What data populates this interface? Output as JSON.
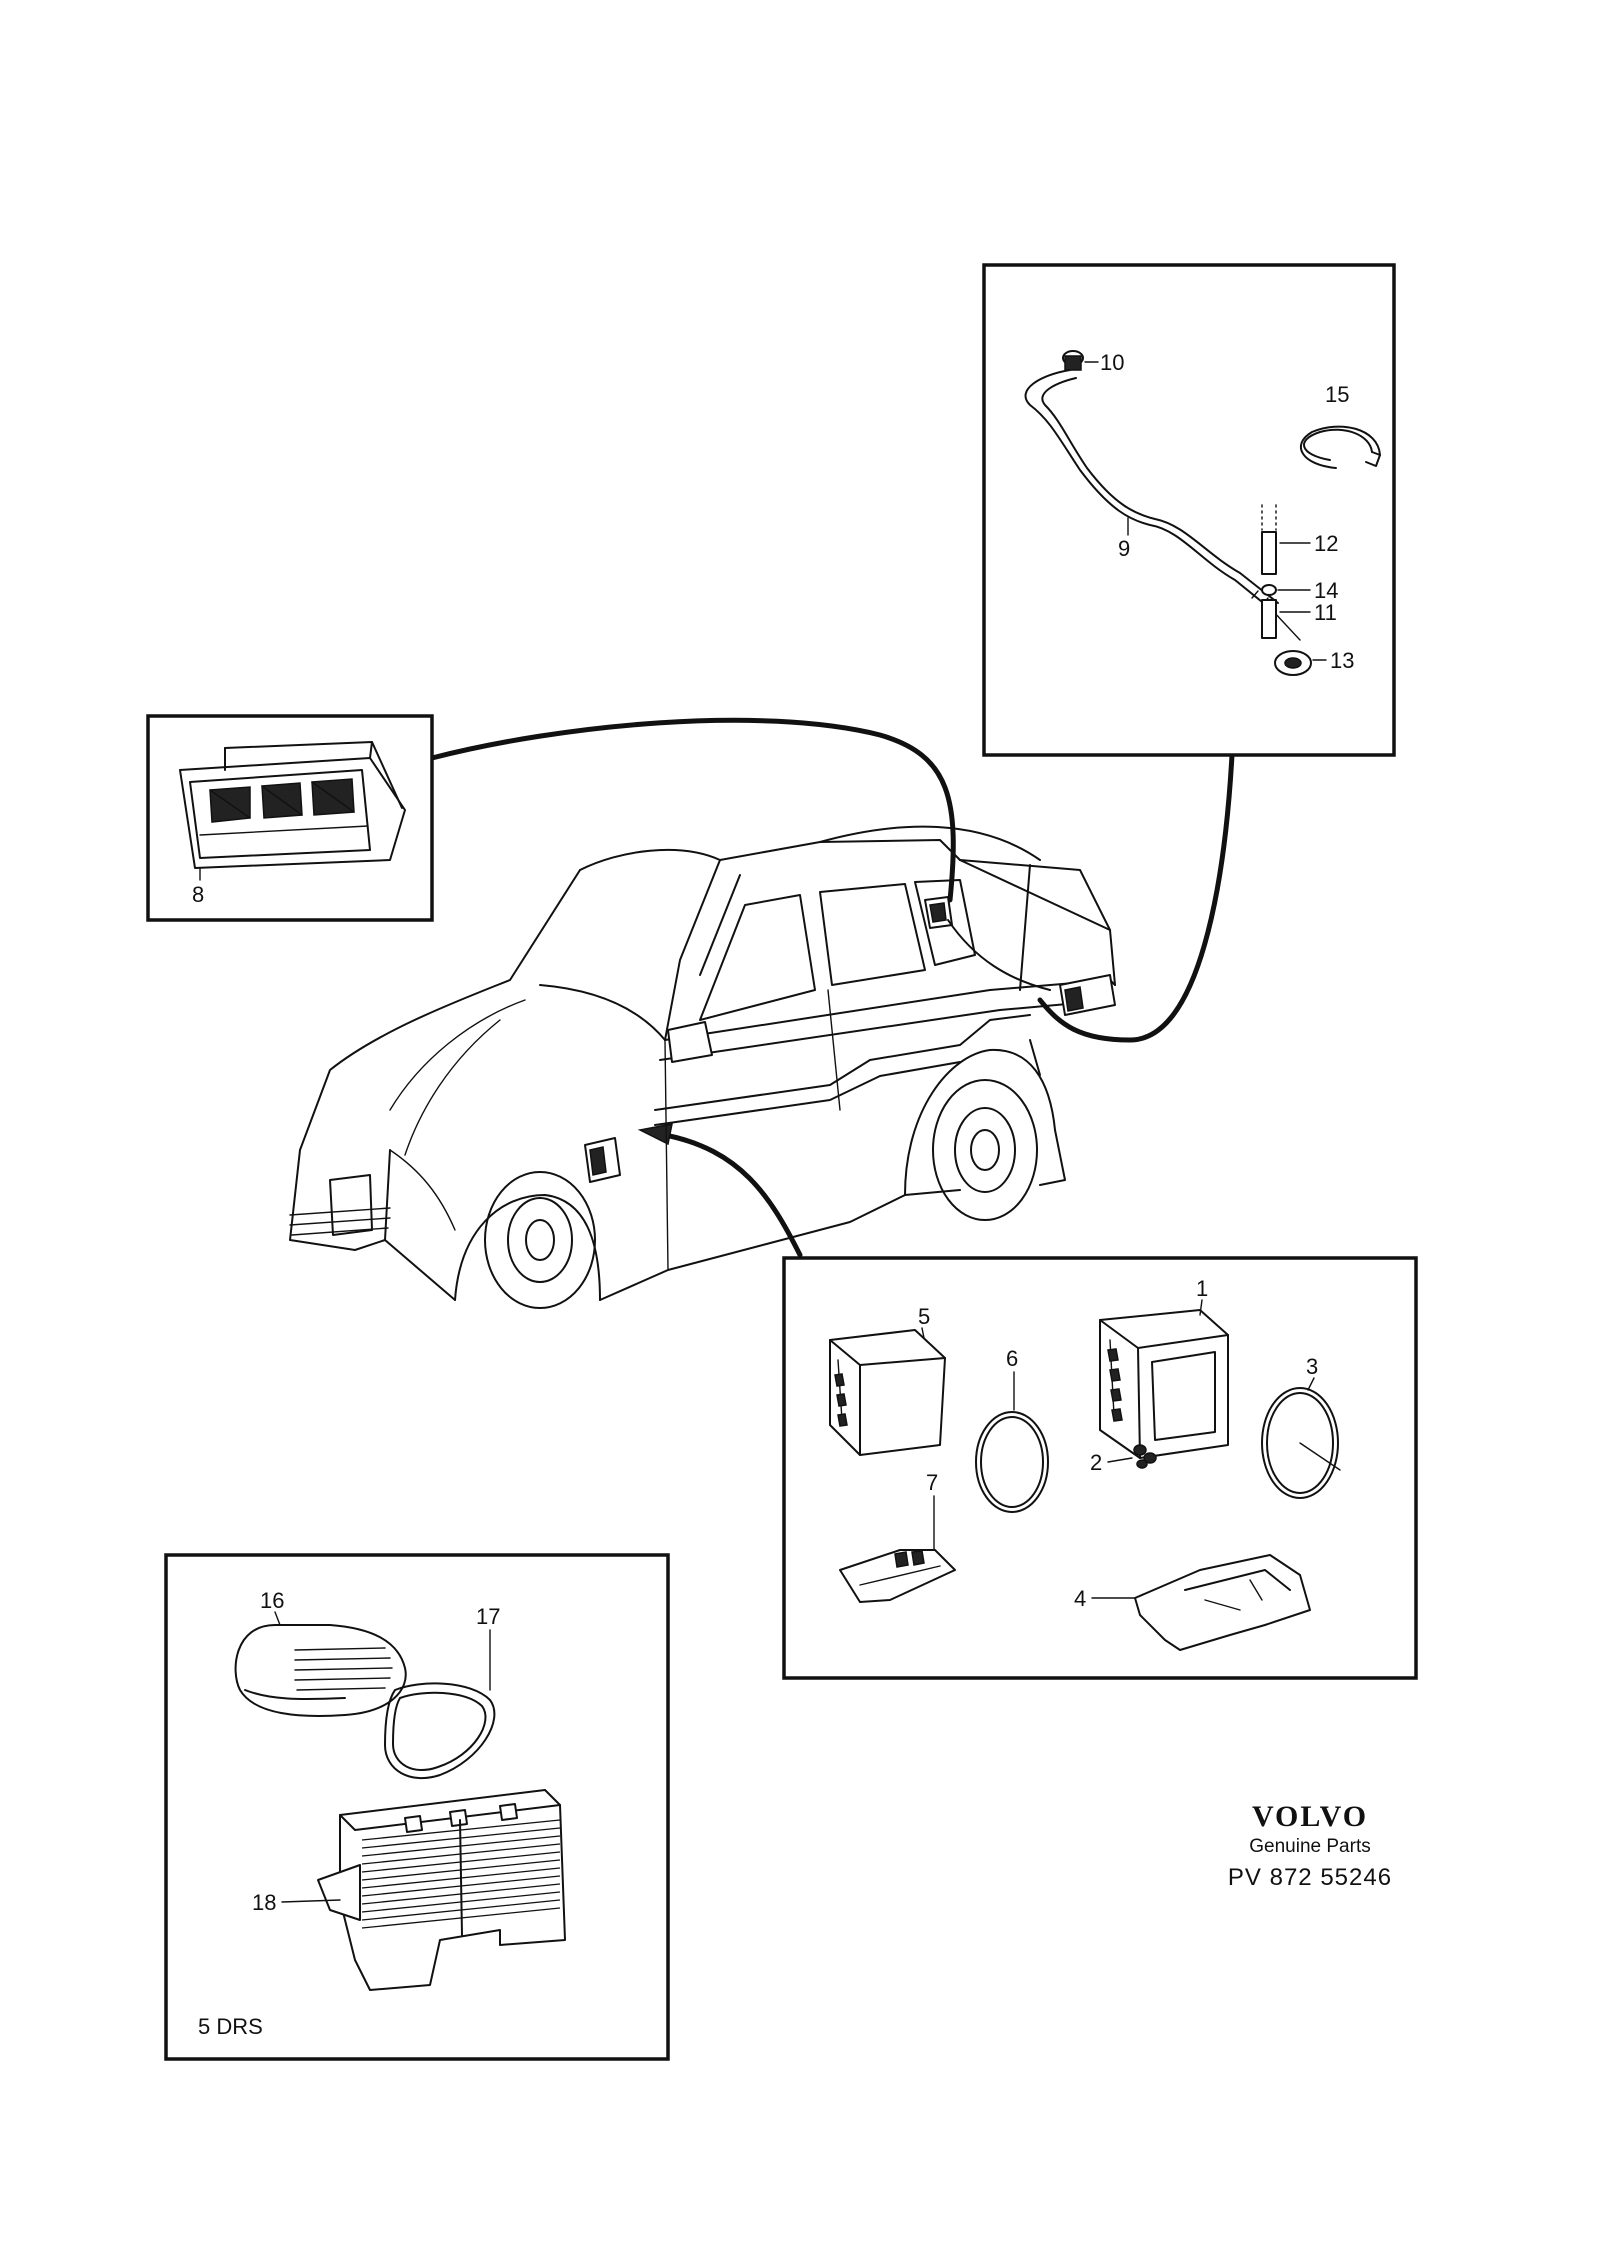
{
  "callouts": {
    "c1": "1",
    "c2": "2",
    "c3": "3",
    "c4": "4",
    "c5": "5",
    "c6": "6",
    "c7": "7",
    "c8": "8",
    "c9": "9",
    "c10": "10",
    "c11": "11",
    "c12": "12",
    "c13": "13",
    "c14": "14",
    "c15": "15",
    "c16": "16",
    "c17": "17",
    "c18": "18"
  },
  "variant_label": "5 DRS",
  "logo": {
    "brand": "VOLVO",
    "subtitle": "Genuine Parts",
    "code": "PV 872 55246"
  }
}
